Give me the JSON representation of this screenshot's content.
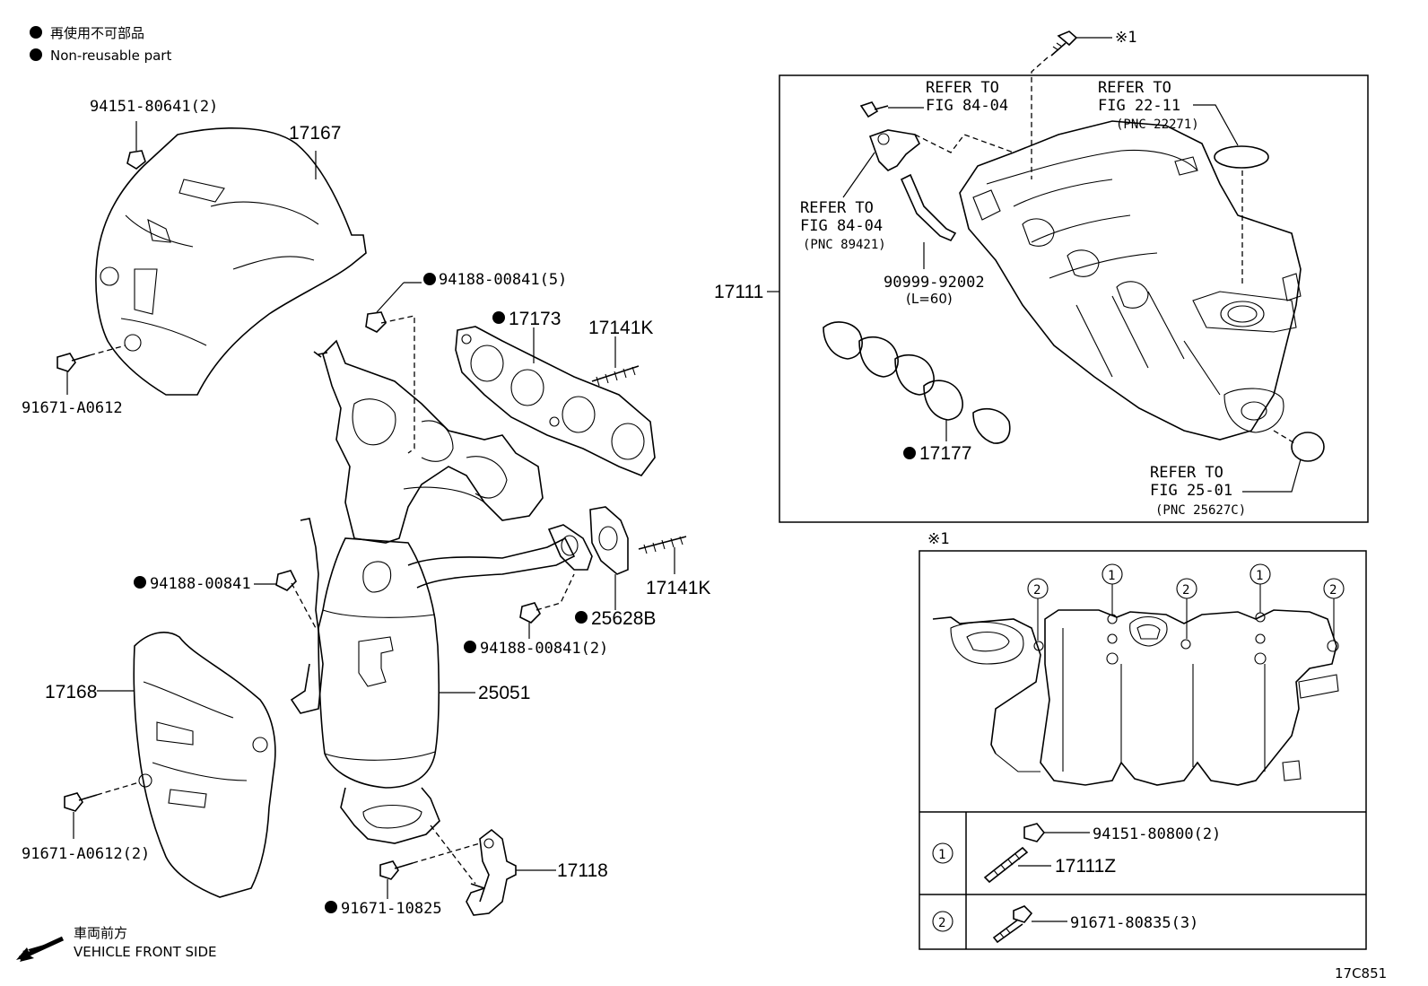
{
  "legend": {
    "dot_label_jp": "再使用不可部品",
    "dot_label_en": "Non-reusable part"
  },
  "front": {
    "jp": "車両前方",
    "en": "VEHICLE FRONT SIDE"
  },
  "figure_code": "17C851",
  "parts": {
    "p94151_80641": "94151-80641(2)",
    "p17167": "17167",
    "p91671_A0612": "91671-A0612",
    "p94188_00841_5": "94188-00841(5)",
    "p17173": "17173",
    "p17141K_a": "17141K",
    "p17141K_b": "17141K",
    "p94188_00841": "94188-00841",
    "p25628B": "25628B",
    "p94188_00841_2": "94188-00841(2)",
    "p17168": "17168",
    "p25051": "25051",
    "p91671_A0612_2": "91671-A0612(2)",
    "p17118": "17118",
    "p91671_10825": "91671-10825",
    "p17111": "17111",
    "p90999_92002": "90999-92002",
    "p90999_len": "(L=60)",
    "p17177": "17177",
    "p94151_80800": "94151-80800(2)",
    "p17111Z": "17111Z",
    "p91671_80835": "91671-80835(3)"
  },
  "refs": {
    "r1_line1": "REFER TO",
    "r1_line2": "FIG 84-04",
    "r2_line1": "REFER TO",
    "r2_line2": "FIG 22-11",
    "r2_line3": "(PNC 22271)",
    "r3_line1": "REFER TO",
    "r3_line2": "FIG 84-04",
    "r3_line3": "(PNC 89421)",
    "r4_line1": "REFER TO",
    "r4_line2": "FIG 25-01",
    "r4_line3": "(PNC 25627C)"
  },
  "notes": {
    "asterisk_top": "※1",
    "asterisk_box": "※1",
    "circle1": "1",
    "circle2": "2"
  }
}
